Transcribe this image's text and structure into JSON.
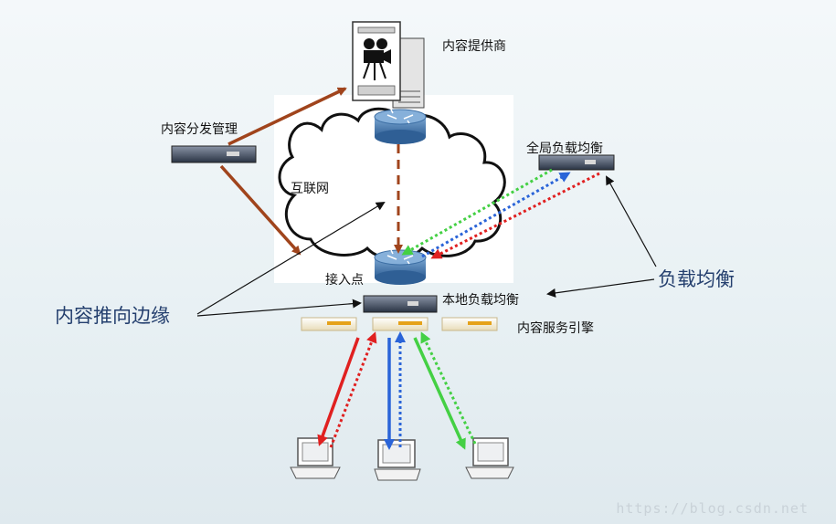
{
  "labels": {
    "content_provider": "内容提供商",
    "content_distribution_mgmt": "内容分发管理",
    "internet": "互联网",
    "global_load_balancing": "全局负载均衡",
    "access_point": "接入点",
    "local_load_balancing": "本地负载均衡",
    "content_service_engine": "内容服务引擎",
    "push_content_to_edge": "内容推向边缘",
    "load_balancing": "负载均衡"
  },
  "watermark": "https://blog.csdn.net",
  "colors": {
    "brown_arrow": "#a0441c",
    "red_arrow": "#e02020",
    "blue_arrow": "#2a64d8",
    "green_arrow": "#44d044",
    "router": "#3d6fa5",
    "big_label": "#243f6e"
  }
}
